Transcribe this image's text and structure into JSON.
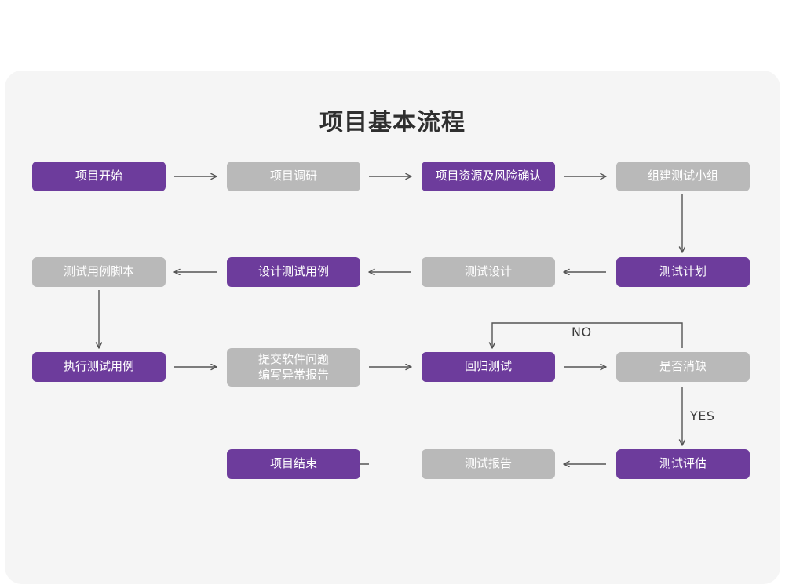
{
  "card": {
    "title": "项目基本流程"
  },
  "colors": {
    "purple": "#6d3c9c",
    "gray": "#b9b9b9",
    "card_bg": "#f5f5f5",
    "page_bg": "#ffffff",
    "arrow": "#555555",
    "title_text": "#2f2f2f"
  },
  "chart_data": {
    "type": "diagram",
    "title": "项目基本流程",
    "nodes": [
      {
        "id": "n1",
        "label": "项目开始",
        "style": "purple",
        "row": 1,
        "col": 1
      },
      {
        "id": "n2",
        "label": "项目调研",
        "style": "gray",
        "row": 1,
        "col": 2
      },
      {
        "id": "n3",
        "label": "项目资源及风险确认",
        "style": "purple",
        "row": 1,
        "col": 3
      },
      {
        "id": "n4",
        "label": "组建测试小组",
        "style": "gray",
        "row": 1,
        "col": 4
      },
      {
        "id": "n5",
        "label": "测试用例脚本",
        "style": "gray",
        "row": 2,
        "col": 1
      },
      {
        "id": "n6",
        "label": "设计测试用例",
        "style": "purple",
        "row": 2,
        "col": 2
      },
      {
        "id": "n7",
        "label": "测试设计",
        "style": "gray",
        "row": 2,
        "col": 3
      },
      {
        "id": "n8",
        "label": "测试计划",
        "style": "purple",
        "row": 2,
        "col": 4
      },
      {
        "id": "n9",
        "label": "执行测试用例",
        "style": "purple",
        "row": 3,
        "col": 1
      },
      {
        "id": "n10",
        "label": "提交软件问题\n编写异常报告",
        "style": "gray",
        "row": 3,
        "col": 2
      },
      {
        "id": "n11",
        "label": "回归测试",
        "style": "purple",
        "row": 3,
        "col": 3
      },
      {
        "id": "n12",
        "label": "是否消缺",
        "style": "gray",
        "row": 3,
        "col": 4
      },
      {
        "id": "n13",
        "label": "项目结束",
        "style": "purple",
        "row": 4,
        "col": 2
      },
      {
        "id": "n14",
        "label": "测试报告",
        "style": "gray",
        "row": 4,
        "col": 3
      },
      {
        "id": "n15",
        "label": "测试评估",
        "style": "purple",
        "row": 4,
        "col": 4
      }
    ],
    "edges": [
      {
        "from": "n1",
        "to": "n2",
        "label": ""
      },
      {
        "from": "n2",
        "to": "n3",
        "label": ""
      },
      {
        "from": "n3",
        "to": "n4",
        "label": ""
      },
      {
        "from": "n4",
        "to": "n8",
        "label": ""
      },
      {
        "from": "n8",
        "to": "n7",
        "label": ""
      },
      {
        "from": "n7",
        "to": "n6",
        "label": ""
      },
      {
        "from": "n6",
        "to": "n5",
        "label": ""
      },
      {
        "from": "n5",
        "to": "n9",
        "label": ""
      },
      {
        "from": "n9",
        "to": "n10",
        "label": ""
      },
      {
        "from": "n10",
        "to": "n11",
        "label": ""
      },
      {
        "from": "n11",
        "to": "n12",
        "label": ""
      },
      {
        "from": "n12",
        "to": "n11",
        "label": "NO"
      },
      {
        "from": "n12",
        "to": "n15",
        "label": "YES"
      },
      {
        "from": "n15",
        "to": "n14",
        "label": ""
      },
      {
        "from": "n14",
        "to": "n13",
        "label": ""
      }
    ],
    "edge_labels": {
      "no": "NO",
      "yes": "YES"
    }
  }
}
